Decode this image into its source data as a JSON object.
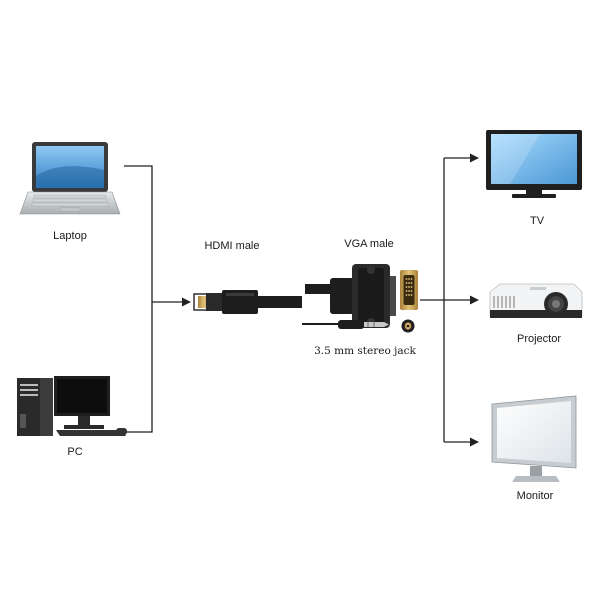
{
  "sources": {
    "laptop": {
      "label": "Laptop",
      "icon": "laptop-icon"
    },
    "pc": {
      "label": "PC",
      "icon": "desktop-pc-icon"
    }
  },
  "adapter": {
    "hdmi_label": "HDMI male",
    "vga_label": "VGA male",
    "audio_label": "3.5 mm stereo jack",
    "hdmi_icon": "hdmi-plug-icon",
    "vga_icon": "vga-connector-icon",
    "audio_icon": "audio-jack-icon"
  },
  "outputs": {
    "tv": {
      "label": "TV",
      "icon": "tv-icon"
    },
    "projector": {
      "label": "Projector",
      "icon": "projector-icon"
    },
    "monitor": {
      "label": "Monitor",
      "icon": "monitor-icon"
    }
  },
  "colors": {
    "line": "#222222",
    "device_dark": "#2b2b2b",
    "screen_blue": "#5aa7e0",
    "screen_light": "#e9eef2",
    "gold": "#c9a24a"
  }
}
